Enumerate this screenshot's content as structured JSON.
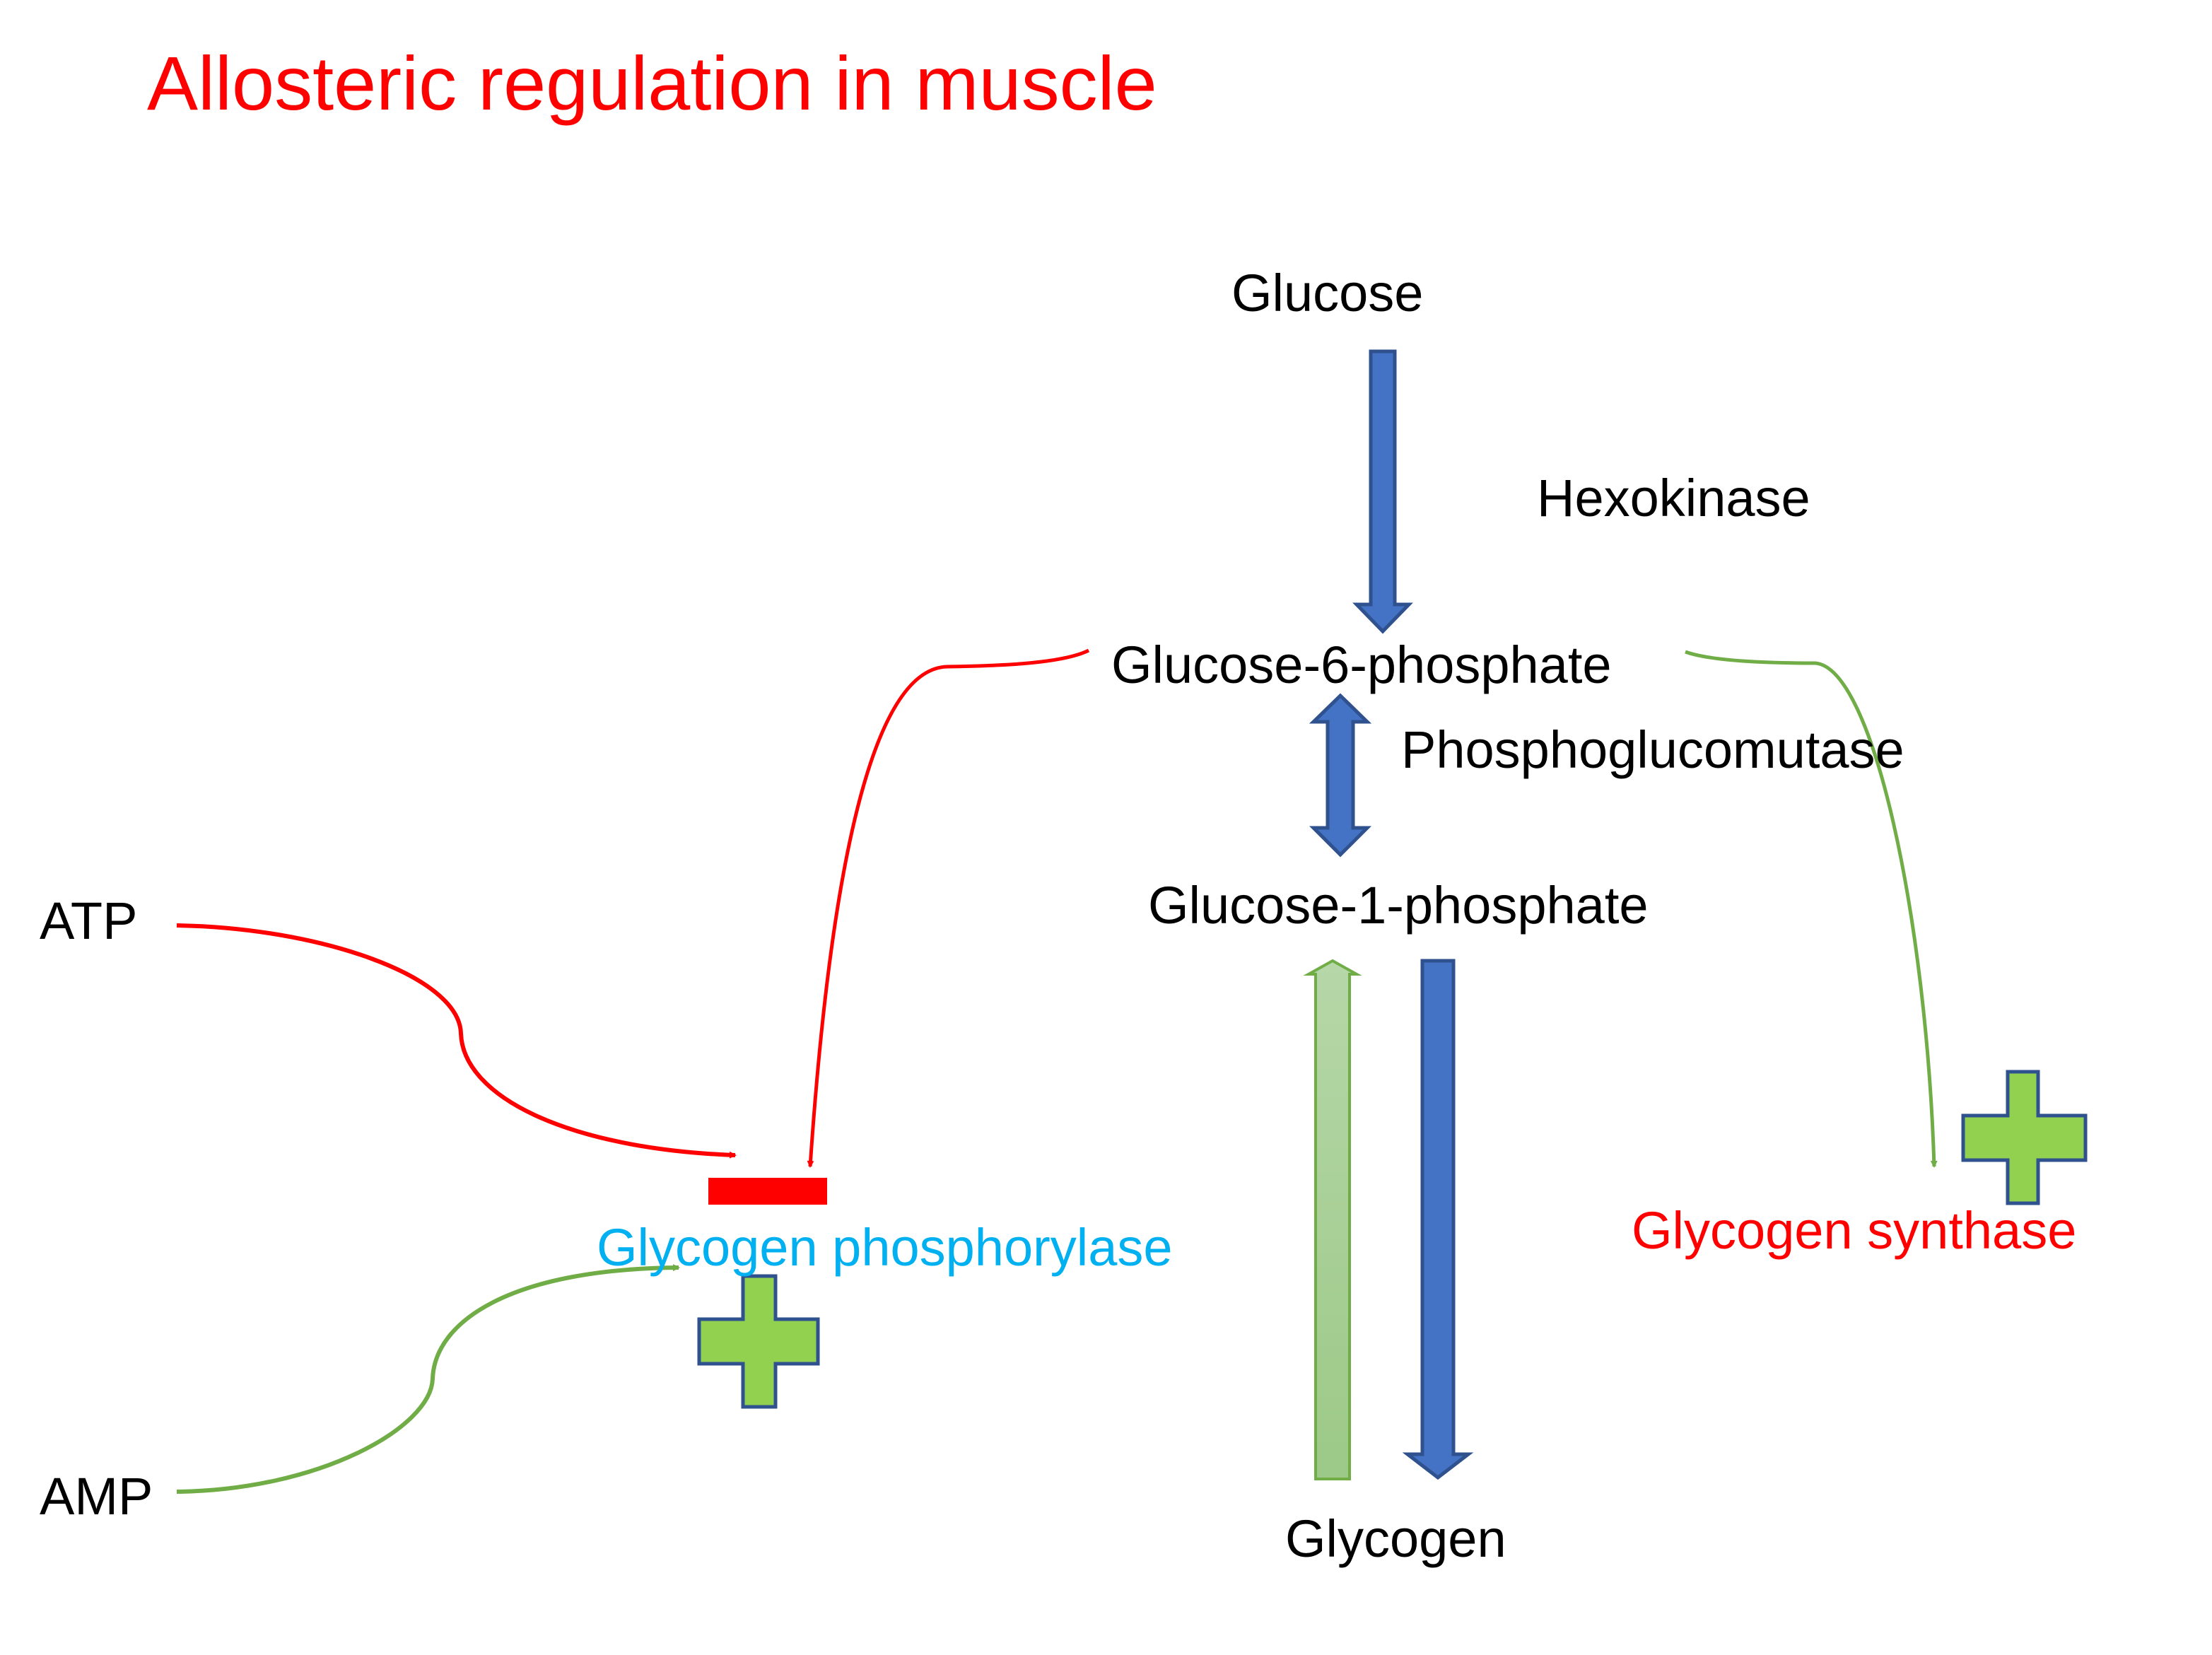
{
  "title": "Allosteric regulation in muscle",
  "nodes": {
    "glucose": "Glucose",
    "hexokinase": "Hexokinase",
    "glucose_6_phosphate": "Glucose-6-phosphate",
    "phosphoglucomutase": "Phosphoglucomutase",
    "glucose_1_phosphate": "Glucose-1-phosphate",
    "glycogen": "Glycogen",
    "atp": "ATP",
    "amp": "AMP",
    "glycogen_phosphorylase": "Glycogen phosphorylase",
    "glycogen_synthase": "Glycogen synthase"
  },
  "colors": {
    "title": "#ff0000",
    "inhibition": "#ff0000",
    "activation": "#70ad47",
    "pathway_arrow": "#4472c4",
    "pathway_arrow_border": "#2f528f",
    "synthesis_arrow": "#a9d18e",
    "plus_fill": "#92d050",
    "plus_border": "#2f528f",
    "phosphorylase_label": "#00b0f0",
    "synthase_label": "#ff0000"
  },
  "edges": [
    {
      "from": "Glucose",
      "to": "Glucose-6-phosphate",
      "type": "reaction",
      "enzyme": "Hexokinase"
    },
    {
      "from": "Glucose-6-phosphate",
      "to": "Glucose-1-phosphate",
      "type": "reversible",
      "enzyme": "Phosphoglucomutase"
    },
    {
      "from": "Glucose-1-phosphate",
      "to": "Glycogen",
      "type": "reaction"
    },
    {
      "from": "Glycogen",
      "to": "Glucose-1-phosphate",
      "type": "reaction"
    },
    {
      "from": "ATP",
      "to": "Glycogen phosphorylase",
      "type": "inhibition"
    },
    {
      "from": "Glucose-6-phosphate",
      "to": "Glycogen phosphorylase",
      "type": "inhibition"
    },
    {
      "from": "AMP",
      "to": "Glycogen phosphorylase",
      "type": "activation"
    },
    {
      "from": "Glucose-6-phosphate",
      "to": "Glycogen synthase",
      "type": "activation"
    }
  ]
}
